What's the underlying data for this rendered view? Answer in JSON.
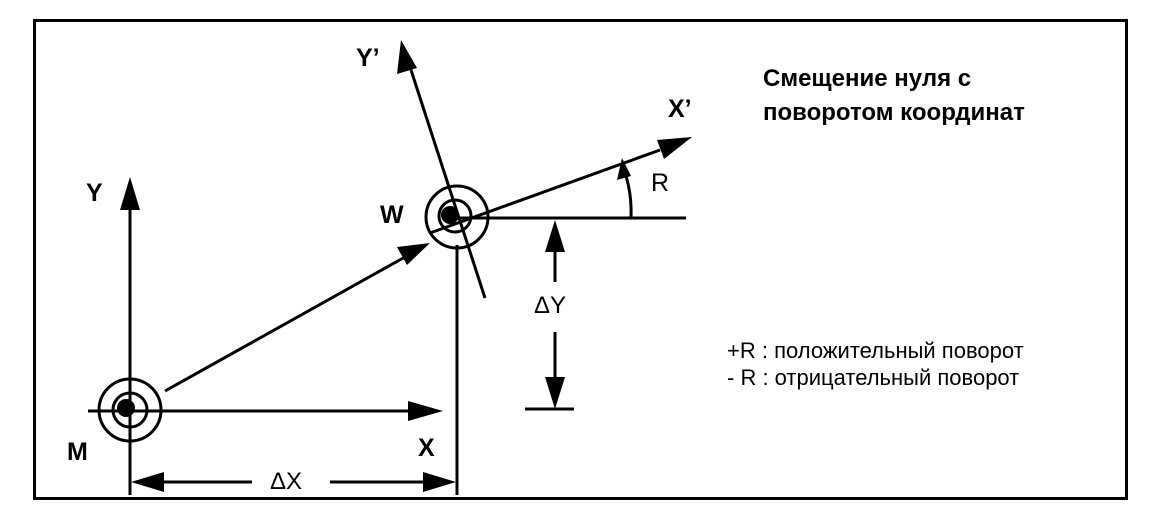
{
  "title": {
    "line1": "Смещение нуля с",
    "line2": "поворотом координат"
  },
  "labels": {
    "m_origin": "M",
    "w_origin": "W",
    "x_axis": "X",
    "y_axis": "Y",
    "x_prime_axis": "X’",
    "y_prime_axis": "Y’",
    "rotation_angle": "R",
    "delta_x": "ΔX",
    "delta_y": "ΔY"
  },
  "legend": {
    "positive": "+R : положительный поворот",
    "negative": "- R : отрицательный поворот"
  }
}
